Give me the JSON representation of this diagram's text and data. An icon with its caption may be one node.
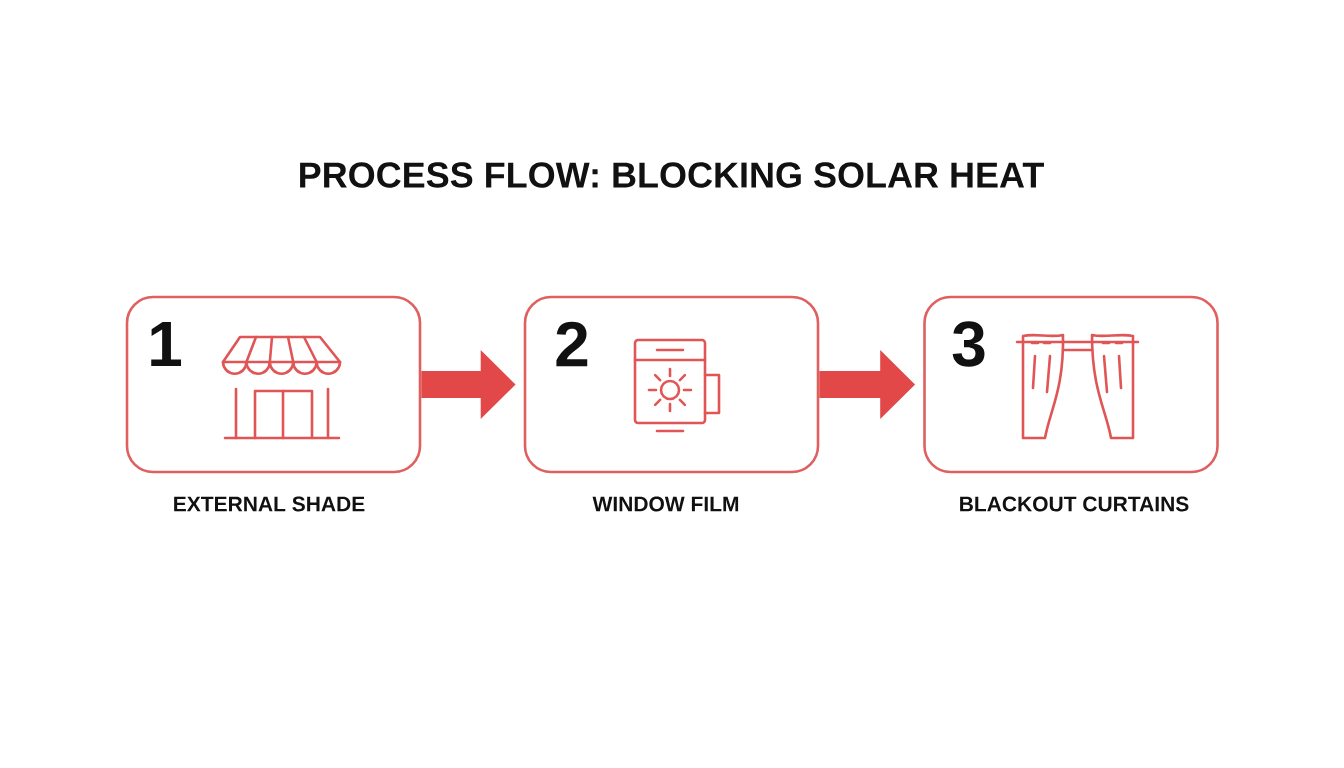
{
  "diagram": {
    "title": "PROCESS FLOW: BLOCKING SOLAR HEAT",
    "nodes": [
      {
        "text": [
          "1"
        ],
        "beside": [
          "EXTERNAL SHADE"
        ]
      },
      {
        "text": [
          "2"
        ],
        "beside": [
          "WINDOW FILM"
        ]
      },
      {
        "text": [
          "3"
        ],
        "beside": [
          "BLACKOUT CURTAINS"
        ]
      }
    ],
    "edges": [
      {
        "from": 0,
        "to": 1,
        "arrow": "to"
      },
      {
        "from": 1,
        "to": 2,
        "arrow": "to"
      }
    ]
  }
}
